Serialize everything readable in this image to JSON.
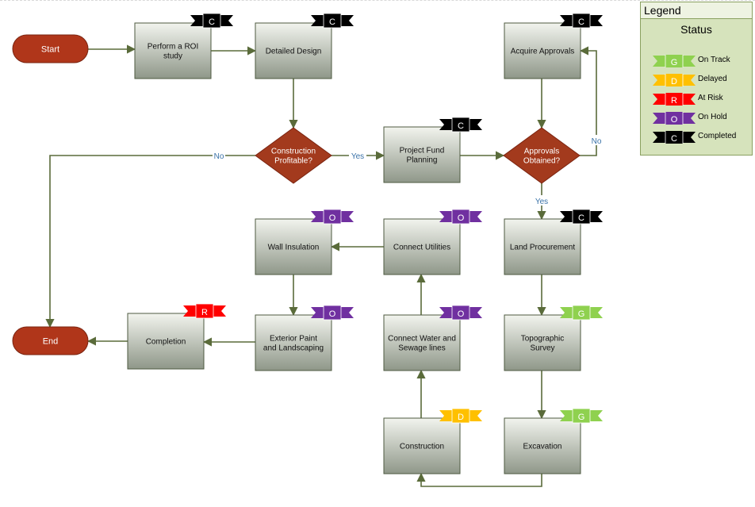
{
  "status_codes": {
    "G": {
      "letter": "G",
      "label": "On Track",
      "color": "#8fd14f",
      "text": "#ffffff"
    },
    "D": {
      "letter": "D",
      "label": "Delayed",
      "color": "#ffc000",
      "text": "#ffffff"
    },
    "R": {
      "letter": "R",
      "label": "At Risk",
      "color": "#ff0000",
      "text": "#ffffff"
    },
    "O": {
      "letter": "O",
      "label": "On Hold",
      "color": "#7030a0",
      "text": "#ffffff"
    },
    "C": {
      "letter": "C",
      "label": "Completed",
      "color": "#000000",
      "text": "#ffffff"
    }
  },
  "legend": {
    "title": "Legend",
    "subtitle": "Status",
    "order": [
      "G",
      "D",
      "R",
      "O",
      "C"
    ]
  },
  "colors": {
    "terminal": "#b0361a",
    "decision": "#a33a1d",
    "process_top": "#f2f4ee",
    "process_bottom": "#8f9789",
    "connector": "#5a6b3a",
    "connector_label": "#3a72a8"
  },
  "nodes": [
    {
      "id": "start",
      "shape": "terminal",
      "label": "Start"
    },
    {
      "id": "end",
      "shape": "terminal",
      "label": "End"
    },
    {
      "id": "roi",
      "shape": "process",
      "label": "Perform a ROI study",
      "status": "C"
    },
    {
      "id": "design",
      "shape": "process",
      "label": "Detailed Design",
      "status": "C"
    },
    {
      "id": "profitable",
      "shape": "decision",
      "label": "Construction Profitable?"
    },
    {
      "id": "fund",
      "shape": "process",
      "label": "Project Fund Planning",
      "status": "C"
    },
    {
      "id": "approvals_q",
      "shape": "decision",
      "label": "Approvals Obtained?"
    },
    {
      "id": "acquire",
      "shape": "process",
      "label": "Acquire Approvals",
      "status": "C"
    },
    {
      "id": "land",
      "shape": "process",
      "label": "Land Procurement",
      "status": "C"
    },
    {
      "id": "topo",
      "shape": "process",
      "label": "Topographic Survey",
      "status": "G"
    },
    {
      "id": "excavation",
      "shape": "process",
      "label": "Excavation",
      "status": "G"
    },
    {
      "id": "construction",
      "shape": "process",
      "label": "Construction",
      "status": "D"
    },
    {
      "id": "water",
      "shape": "process",
      "label": "Connect Water and Sewage lines",
      "status": "O"
    },
    {
      "id": "utilities",
      "shape": "process",
      "label": "Connect Utilities",
      "status": "O"
    },
    {
      "id": "wall",
      "shape": "process",
      "label": "Wall Insulation",
      "status": "O"
    },
    {
      "id": "paint",
      "shape": "process",
      "label": "Exterior Paint and Landscaping",
      "status": "O"
    },
    {
      "id": "completion",
      "shape": "process",
      "label": "Completion",
      "status": "R"
    }
  ],
  "edges": [
    {
      "from": "start",
      "to": "roi",
      "label": ""
    },
    {
      "from": "roi",
      "to": "design",
      "label": ""
    },
    {
      "from": "design",
      "to": "profitable",
      "label": ""
    },
    {
      "from": "profitable",
      "to": "fund",
      "label": "Yes"
    },
    {
      "from": "profitable",
      "to": "end",
      "label": "No"
    },
    {
      "from": "fund",
      "to": "approvals_q",
      "label": ""
    },
    {
      "from": "approvals_q",
      "to": "acquire",
      "label": "No"
    },
    {
      "from": "acquire",
      "to": "approvals_q",
      "label": ""
    },
    {
      "from": "approvals_q",
      "to": "land",
      "label": "Yes"
    },
    {
      "from": "land",
      "to": "topo",
      "label": ""
    },
    {
      "from": "topo",
      "to": "excavation",
      "label": ""
    },
    {
      "from": "excavation",
      "to": "construction",
      "label": ""
    },
    {
      "from": "construction",
      "to": "water",
      "label": ""
    },
    {
      "from": "water",
      "to": "utilities",
      "label": ""
    },
    {
      "from": "utilities",
      "to": "wall",
      "label": ""
    },
    {
      "from": "wall",
      "to": "paint",
      "label": ""
    },
    {
      "from": "paint",
      "to": "completion",
      "label": ""
    },
    {
      "from": "completion",
      "to": "end",
      "label": ""
    }
  ]
}
